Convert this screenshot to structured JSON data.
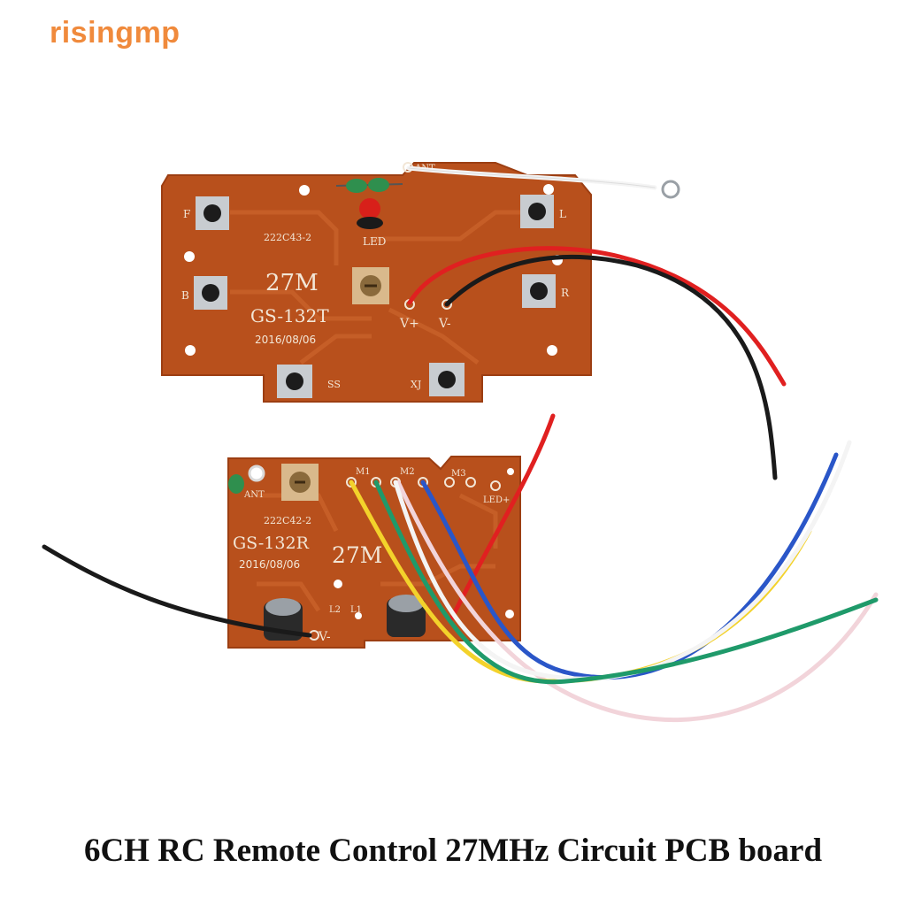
{
  "brand": {
    "watermark": "risingmp",
    "color": "#f08a3c"
  },
  "caption": "6CH RC Remote Control 27MHz Circuit PCB board",
  "colors": {
    "pcb": "#b8501c",
    "pcb_edge": "#9c3e12",
    "trace": "#c9622a",
    "silkscreen": "#f2e6d6"
  },
  "transmitter": {
    "freq": "27M",
    "model": "GS-132T",
    "date": "2016/08/06",
    "board_code": "222C43-2",
    "led_label": "LED",
    "ant_label": "ANT",
    "vplus": "V+",
    "vminus": "V-",
    "buttons": [
      "F",
      "B",
      "L",
      "R",
      "SS",
      "XJ"
    ]
  },
  "receiver": {
    "freq": "27M",
    "model": "GS-132R",
    "date": "2016/08/06",
    "board_code": "222C42-2",
    "ant_label": "ANT",
    "pads": [
      "M1",
      "M2",
      "M3",
      "LED+"
    ],
    "coil_labels": [
      "L2",
      "L1"
    ],
    "vminus": "V-"
  },
  "wires": {
    "red": "#e02020",
    "black": "#1a1a1a",
    "white": "#f4f4f4",
    "yellow": "#f3d22b",
    "green": "#1f9a6a",
    "blue": "#2a56c8",
    "pink": "#f2d4da"
  }
}
